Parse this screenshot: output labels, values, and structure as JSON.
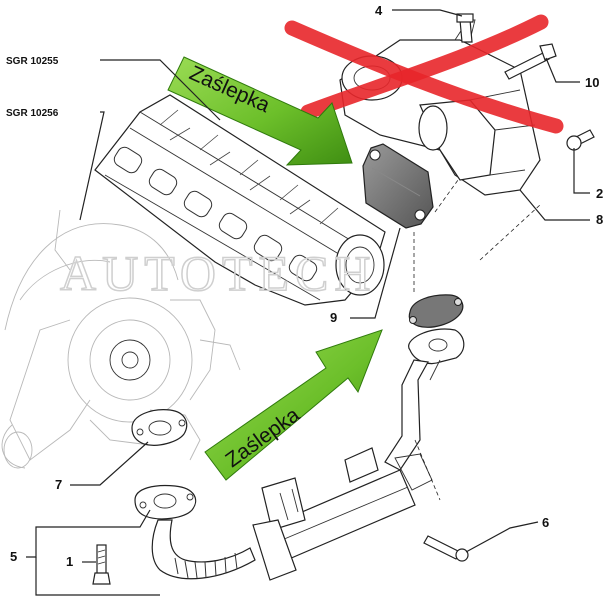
{
  "refs": {
    "sgr_top": "SGR 10255",
    "sgr_bottom": "SGR 10256"
  },
  "callouts": {
    "c1": "1",
    "c2": "2",
    "c4": "4",
    "c5": "5",
    "c6": "6",
    "c7": "7",
    "c8": "8",
    "c9": "9",
    "c10": "10"
  },
  "annotations": {
    "arrow_top_label": "Zaślepka",
    "arrow_bottom_label": "Zaślepka"
  },
  "watermark": "AUTOTECH",
  "colors": {
    "arrow_green": "#6cbf2a",
    "arrow_dark": "#3f8e12",
    "cross_red": "#e8262a"
  }
}
